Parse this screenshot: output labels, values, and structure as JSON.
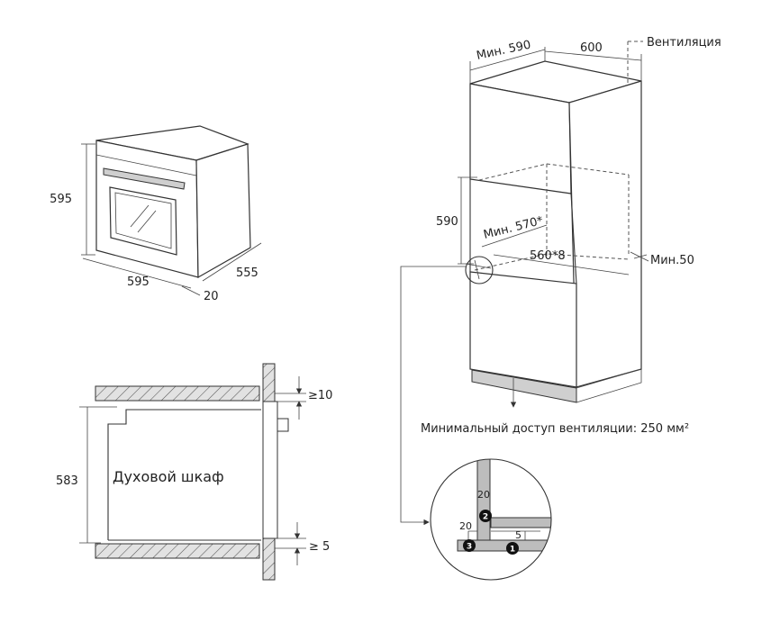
{
  "oven_view": {
    "height": "595",
    "width": "595",
    "depth": "555",
    "door": "20"
  },
  "cabinet_view": {
    "min_width": "Мин. 590",
    "cabinet_width": "600",
    "ventilation": "Вентиляция",
    "niche_height": "590",
    "min_depth": "Мин. 570*",
    "niche_depth": "560*8",
    "min_gap": "Мин.50",
    "min_vent_access": "Минимальный доступ вентиляции: 250 мм²"
  },
  "detail_view": {
    "dim_top": "20",
    "dim_side": "20",
    "dim_gap": "5",
    "badges": [
      "1",
      "2",
      "3"
    ]
  },
  "section_view": {
    "top_gap": "≥10",
    "bottom_gap": "≥ 5",
    "height": "583",
    "label": "Духовой шкаф"
  }
}
